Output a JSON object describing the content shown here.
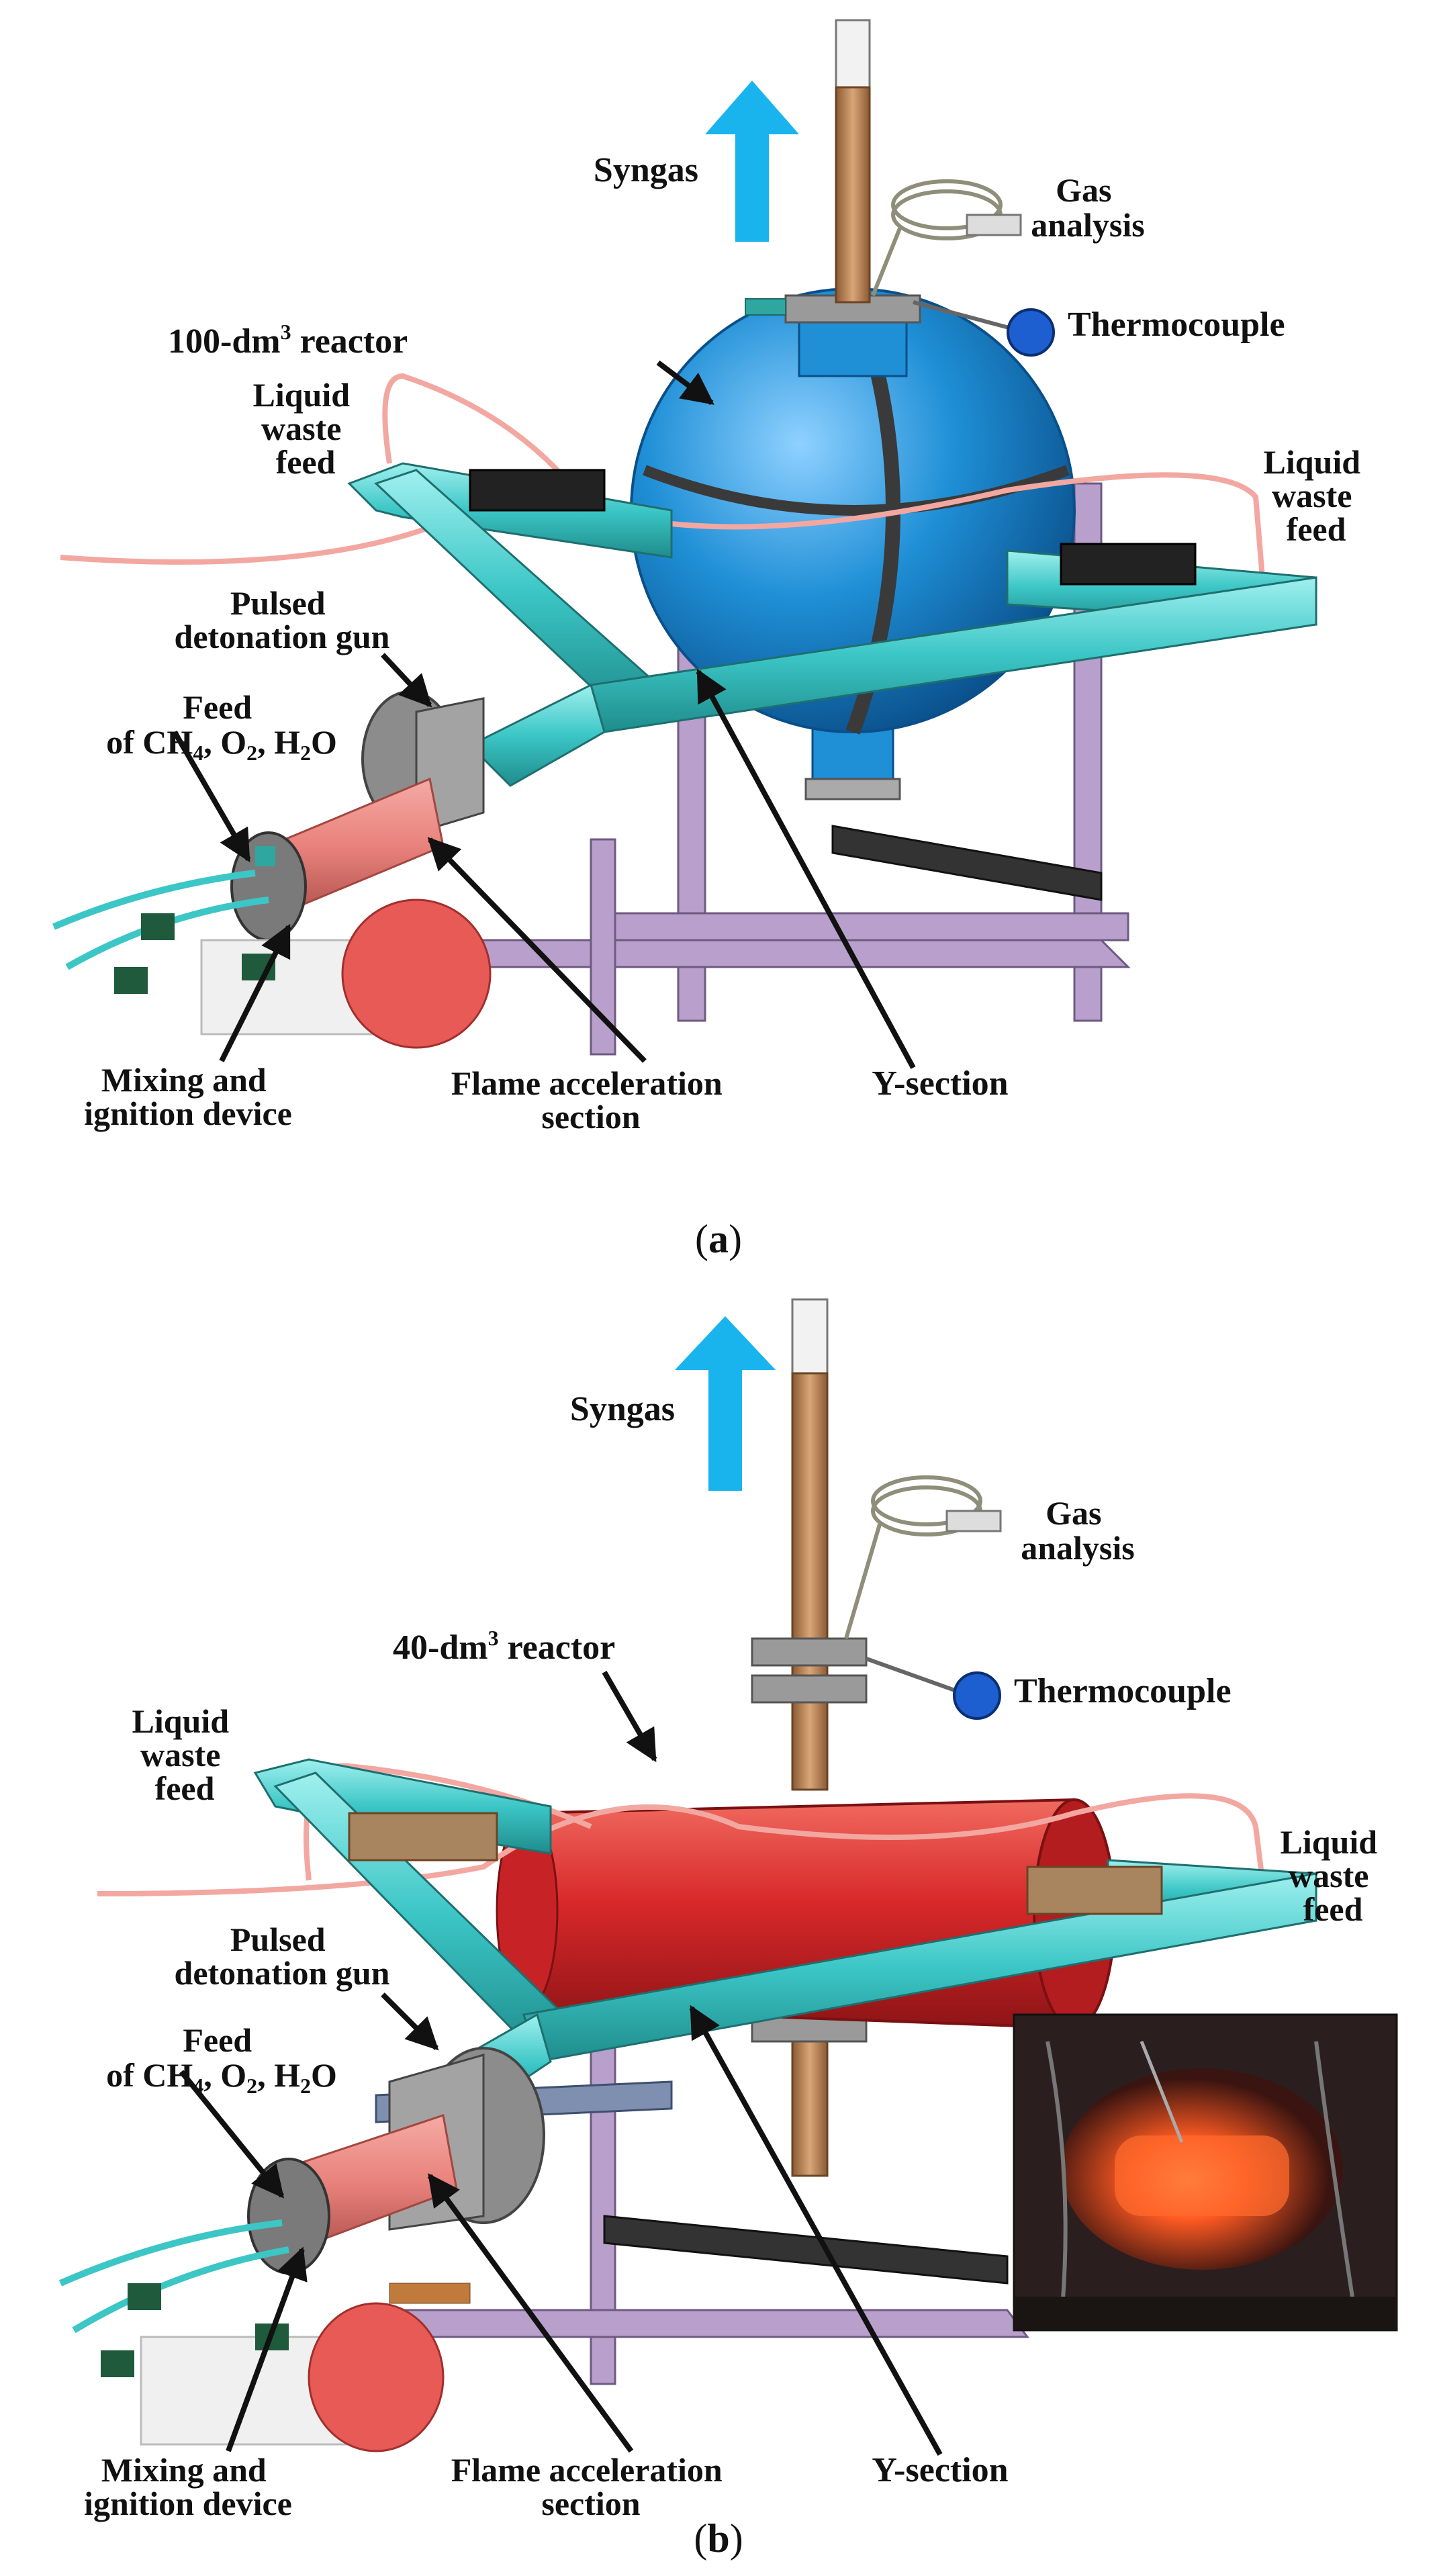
{
  "panel_a": {
    "caption_open": "(",
    "caption_letter": "a",
    "caption_close": ")",
    "labels": {
      "syngas": "Syngas",
      "gas_analysis_1": "Gas",
      "gas_analysis_2": "analysis",
      "reactor_prefix": "100-dm",
      "reactor_exp": "3",
      "reactor_suffix": " reactor",
      "thermocouple": "Thermocouple",
      "liquid_left_1": "Liquid",
      "liquid_left_2": "waste",
      "liquid_left_3": "feed",
      "liquid_right_1": "Liquid",
      "liquid_right_2": "waste",
      "liquid_right_3": "feed",
      "pdg_1": "Pulsed",
      "pdg_2": "detonation gun",
      "feed_1": "Feed",
      "feed_2_a": "of CH",
      "feed_2_s1": "4",
      "feed_2_b": ", O",
      "feed_2_s2": "2",
      "feed_2_c": ", H",
      "feed_2_s3": "2",
      "feed_2_d": "O",
      "mixing_1": "Mixing and",
      "mixing_2": "ignition device",
      "flame_1": "Flame acceleration",
      "flame_2": "section",
      "ysection": "Y-section"
    }
  },
  "panel_b": {
    "caption_open": "(",
    "caption_letter": "b",
    "caption_close": ")",
    "labels": {
      "syngas": "Syngas",
      "gas_analysis_1": "Gas",
      "gas_analysis_2": "analysis",
      "reactor_prefix": "40-dm",
      "reactor_exp": "3",
      "reactor_suffix": " reactor",
      "thermocouple": "Thermocouple",
      "liquid_left_1": "Liquid",
      "liquid_left_2": "waste",
      "liquid_left_3": "feed",
      "liquid_right_1": "Liquid",
      "liquid_right_2": "waste",
      "liquid_right_3": "feed",
      "pdg_1": "Pulsed",
      "pdg_2": "detonation gun",
      "feed_1": "Feed",
      "feed_2_a": "of CH",
      "feed_2_s1": "4",
      "feed_2_b": ", O",
      "feed_2_s2": "2",
      "feed_2_c": ", H",
      "feed_2_s3": "2",
      "feed_2_d": "O",
      "mixing_1": "Mixing and",
      "mixing_2": "ignition device",
      "flame_1": "Flame acceleration",
      "flame_2": "section",
      "ysection": "Y-section"
    }
  },
  "colors": {
    "pipe_teal": "#3cc6c6",
    "reactor_blue": "#1f8fd6",
    "reactor_red": "#d8282a",
    "syngas_arrow": "#19b4ee",
    "frame_purple": "#b9a0cc",
    "gun_pink": "#e9827c",
    "copper": "#b98558"
  }
}
